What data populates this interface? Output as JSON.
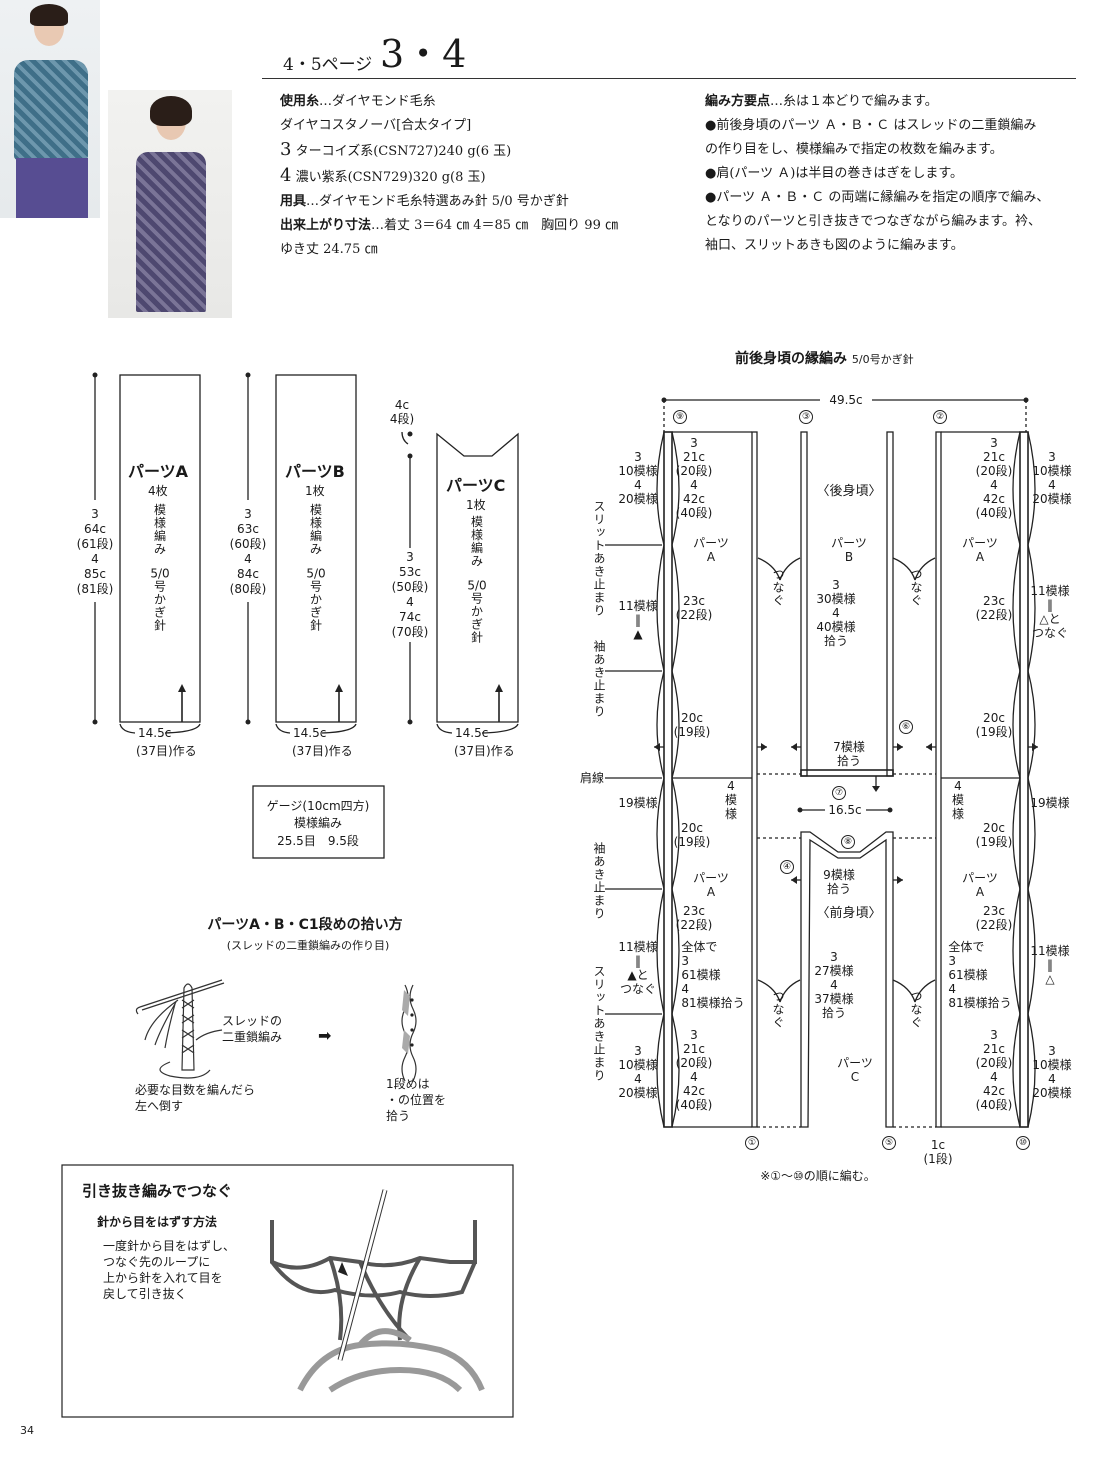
{
  "header": {
    "pages": "4・5ページ",
    "number": "3・4"
  },
  "materials": {
    "yarn_label": "使用糸",
    "yarn": "…ダイヤモンド毛糸",
    "yarn_name": "ダイヤコスタノーバ[合太タイプ]",
    "color3_num": "3",
    "color3": "ターコイズ系(CSN727)240 g(6 玉)",
    "color4_num": "4",
    "color4": "濃い紫系(CSN729)320 g(8 玉)",
    "tools_label": "用具",
    "tools": "…ダイヤモンド毛糸特選あみ針 5/0 号かぎ針",
    "size_label": "出来上がり寸法",
    "size": "…着丈 3＝64 ㎝ 4＝85 ㎝　胸回り 99 ㎝",
    "size2": "ゆき丈 24.75 ㎝"
  },
  "instructions": {
    "label": "編み方要点",
    "intro": "…糸は１本どりで編みます。",
    "lines": [
      "●前後身頃のパーツ Ａ・Ｂ・Ｃ はスレッドの二重鎖編み",
      "の作り目をし、模様編みで指定の枚数を編みます。",
      "●肩(パーツ Ａ)は半目の巻きはぎをします。",
      "●パーツ Ａ・Ｂ・Ｃ の両端に縁編みを指定の順序で編み、",
      "となりのパーツと引き抜きでつなぎながら編みます。衿、",
      "袖口、スリットあきも図のように編みます。"
    ]
  },
  "parts": [
    {
      "title": "パーツA",
      "count": "4枚",
      "pattern": "模\n様\n編\nみ",
      "hook": "5/0\n号\nか\nぎ\n針",
      "length": "3\n64c\n(61段)\n4\n85c\n(81段)",
      "width": "14.5c",
      "cast": "(37目)作る"
    },
    {
      "title": "パーツB",
      "count": "1枚",
      "pattern": "模\n様\n編\nみ",
      "hook": "5/0\n号\nか\nぎ\n針",
      "length": "3\n63c\n(60段)\n4\n84c\n(80段)",
      "width": "14.5c",
      "cast": "(37目)作る"
    },
    {
      "title": "パーツC",
      "count": "1枚",
      "pattern": "模\n様\n編\nみ",
      "hook": "5/0\n号\nか\nぎ\n針",
      "length": "3\n53c\n(50段)\n4\n74c\n(70段)",
      "width": "14.5c",
      "cast": "(37目)作る",
      "neck": "4c\n4段)"
    }
  ],
  "gauge": {
    "title": "ゲージ(10cm四方)",
    "pattern": "模様編み",
    "values": "25.5目　9.5段"
  },
  "pickup": {
    "title": "パーツA・B・C1段めの拾い方",
    "subtitle": "(スレッドの二重鎖編みの作り目)",
    "chain_label": "スレッドの\n二重鎖編み",
    "arrow": "➡",
    "left_note": "必要な目数を編んだら\n左へ倒す",
    "right_note": "1段めは\n・の位置を\n拾う"
  },
  "join": {
    "title": "引き抜き編みでつなぐ",
    "subtitle": "針から目をはずす方法",
    "body": "一度針から目をはずし、\nつなぐ先のループに\n上から針を入れて目を\n戻して引き抜く"
  },
  "assembly": {
    "title": "前後身頃の縁編み",
    "hook": "5/0号かぎ針",
    "width": "49.5c",
    "neck_width": "16.5c",
    "note": "※①〜⑩の順に編む。",
    "edge": "1c\n(1段)",
    "circles": [
      "⑨",
      "③",
      "②",
      "⑥",
      "⑦",
      "⑧",
      "④",
      "①",
      "⑤",
      "⑩"
    ],
    "labels": [
      "3\n10模様\n4\n20模様",
      "3\n21c\n(20段)\n4\n42c\n(40段)",
      "スリットあき止まり",
      "パーツ\nA",
      "11模様\n‖\n▲",
      "23c\n(22段)",
      "袖あき止まり",
      "20c\n(19段)",
      "肩線",
      "19模様",
      "4\n模\n様",
      "20c\n(19段)",
      "袖あき止まり",
      "パーツ\nA",
      "23c\n(22段)",
      "11模様\n‖\n▲と\nつなぐ",
      "全体で\n3\n61模様\n4\n81模様拾う",
      "スリットあき止まり",
      "3\n21c\n(20段)\n4\n42c\n(40段)",
      "3\n10模様\n4\n20模様",
      "〈後身頃〉",
      "パーツ\nB",
      "つなぐ",
      "つなぐ",
      "3\n30模様\n4\n40模様\n拾う",
      "7模様\n拾う",
      "9模様\n拾う",
      "〈前身頃〉",
      "3\n27模様\n4\n37模様\n拾う",
      "つなぐ",
      "つなぐ",
      "パーツ\nC",
      "3\n21c\n(20段)\n4\n42c\n(40段)",
      "3\n10模様\n4\n20模様",
      "パーツ\nA",
      "23c\n(22段)",
      "11模様\n‖\n△と\nつなぐ",
      "20c\n(19段)",
      "4\n模\n様",
      "19模様",
      "20c\n(19段)",
      "パーツ\nA",
      "23c\n(22段)",
      "11模様\n‖\n△",
      "全体で\n3\n61模様\n4\n81模様拾う",
      "3\n21c\n(20段)\n4\n42c\n(40段)",
      "3\n10模様\n4\n20模様"
    ]
  },
  "page_number": "34"
}
